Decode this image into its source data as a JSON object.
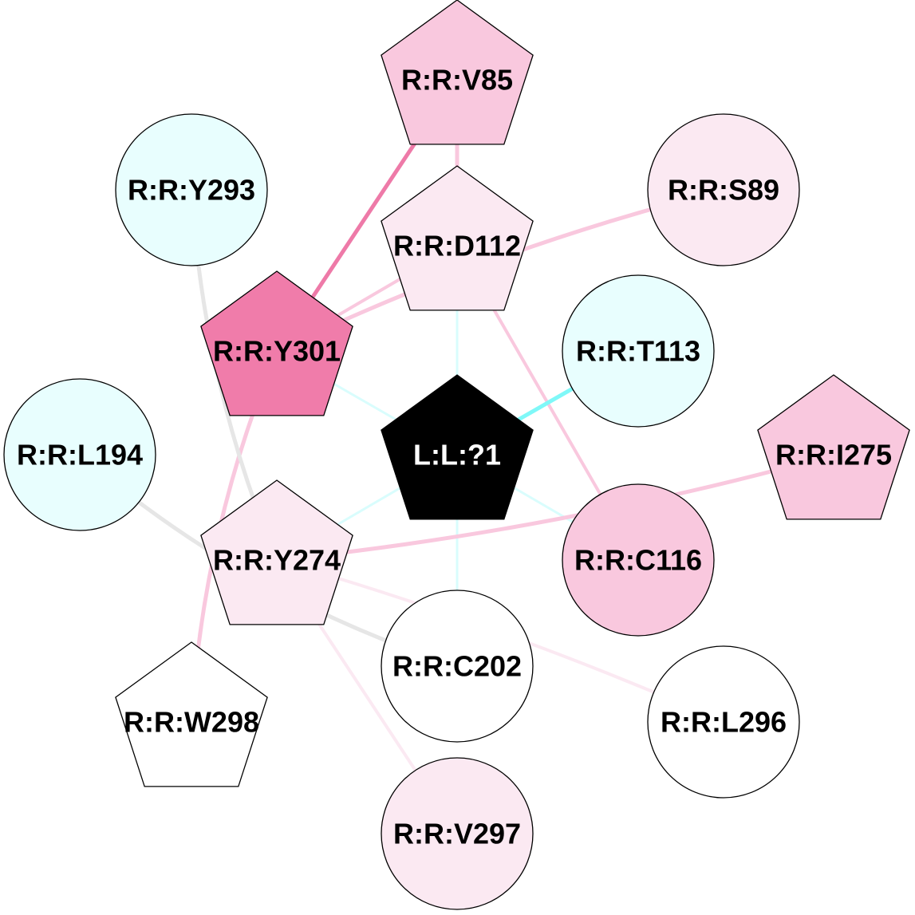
{
  "nodes": {
    "V85": {
      "label": "R:R:V85",
      "fill": "#f9c8de"
    },
    "Y293": {
      "label": "R:R:Y293",
      "fill": "#e8fefe"
    },
    "S89": {
      "label": "R:R:S89",
      "fill": "#fbe9f2"
    },
    "D112": {
      "label": "R:R:D112",
      "fill": "#fbe9f2"
    },
    "Y301": {
      "label": "R:R:Y301",
      "fill": "#f07caa"
    },
    "T113": {
      "label": "R:R:T113",
      "fill": "#e8fefe"
    },
    "L194": {
      "label": "R:R:L194",
      "fill": "#e8fefe"
    },
    "L1": {
      "label": "L:L:?1",
      "fill": "#000000",
      "text_color": "#ffffff"
    },
    "I275": {
      "label": "R:R:I275",
      "fill": "#f9c8de"
    },
    "Y274": {
      "label": "R:R:Y274",
      "fill": "#fbe9f2"
    },
    "C116": {
      "label": "R:R:C116",
      "fill": "#f9c8de"
    },
    "C202": {
      "label": "R:R:C202",
      "fill": "#ffffff"
    },
    "W298": {
      "label": "R:R:W298",
      "fill": "#ffffff"
    },
    "L296": {
      "label": "R:R:L296",
      "fill": "#ffffff"
    },
    "V297": {
      "label": "R:R:V297",
      "fill": "#fbe9f2"
    }
  },
  "edges": [
    {
      "source": "Y301",
      "target": "V85",
      "color": "#ee7aa8"
    },
    {
      "source": "V85",
      "target": "D112",
      "color": "#f9c8de"
    },
    {
      "source": "Y301",
      "target": "D112",
      "color": "#f9c8de"
    },
    {
      "source": "Y301",
      "target": "S89",
      "color": "#f9c8de"
    },
    {
      "source": "Y301",
      "target": "W298",
      "color": "#f9c8de"
    },
    {
      "source": "Y301",
      "target": "L1",
      "color": "#d9fdfd"
    },
    {
      "source": "D112",
      "target": "L1",
      "color": "#d9fdfd"
    },
    {
      "source": "D112",
      "target": "C116",
      "color": "#f9c8de"
    },
    {
      "source": "T113",
      "target": "L1",
      "color": "#7ff8f8"
    },
    {
      "source": "Y274",
      "target": "L1",
      "color": "#d9fdfd"
    },
    {
      "source": "C116",
      "target": "L1",
      "color": "#d9fdfd"
    },
    {
      "source": "C202",
      "target": "L1",
      "color": "#d9fdfd"
    },
    {
      "source": "Y274",
      "target": "I275",
      "color": "#f9c8de"
    },
    {
      "source": "Y274",
      "target": "L296",
      "color": "#fbe9f2"
    },
    {
      "source": "Y274",
      "target": "V297",
      "color": "#fbe9f2"
    },
    {
      "source": "Y293",
      "target": "Y274",
      "color": "#e6e6e6"
    },
    {
      "source": "L194",
      "target": "C202",
      "color": "#e6e6e6"
    }
  ]
}
